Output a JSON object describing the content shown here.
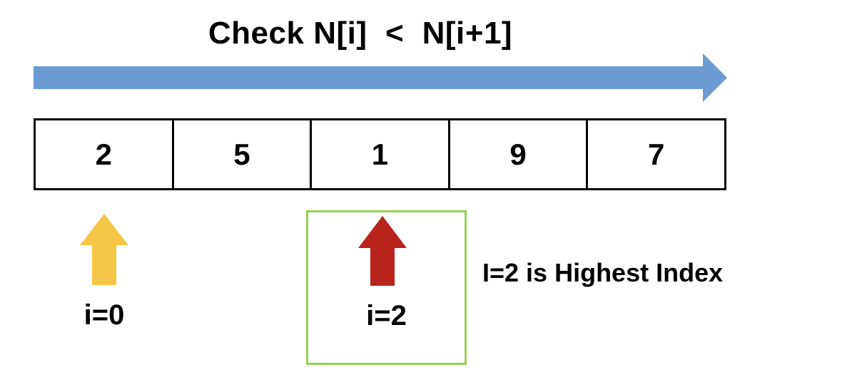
{
  "title": "Check N[i]  <  N[i+1]",
  "direction_arrow": {
    "icon": "right-arrow-icon",
    "color": "#6B9BD2",
    "direction": "right"
  },
  "array": {
    "name": "N",
    "values": [
      "2",
      "5",
      "1",
      "9",
      "7"
    ]
  },
  "pointers": [
    {
      "id": "start",
      "label": "i=0",
      "index": 0,
      "color": "#F5C546",
      "icon": "up-arrow-icon",
      "highlighted": false
    },
    {
      "id": "current",
      "label": "i=2",
      "index": 2,
      "color": "#B8231C",
      "icon": "up-arrow-icon",
      "highlighted": true,
      "highlight_color": "#92D050"
    }
  ],
  "note": "I=2 is Highest Index"
}
